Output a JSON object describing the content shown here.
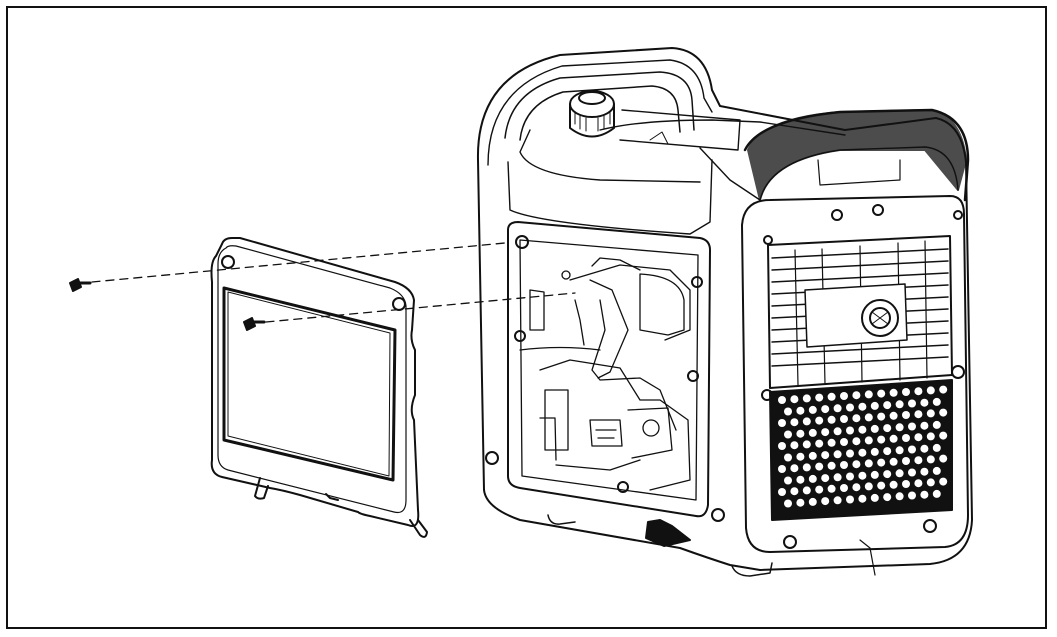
{
  "figure": {
    "description_none": "",
    "colors": {
      "line": "#111111",
      "paper": "#ffffff",
      "border": "#111111"
    },
    "parts": {
      "screws": [
        "screw-upper",
        "screw-lower"
      ],
      "panel": "side-access-cover",
      "body": "generator-housing",
      "items_icon_names": [
        "screw-icon",
        "cover-panel-icon",
        "generator-icon",
        "fuel-cap-icon",
        "vent-grille-icon",
        "handle-icon"
      ]
    }
  }
}
